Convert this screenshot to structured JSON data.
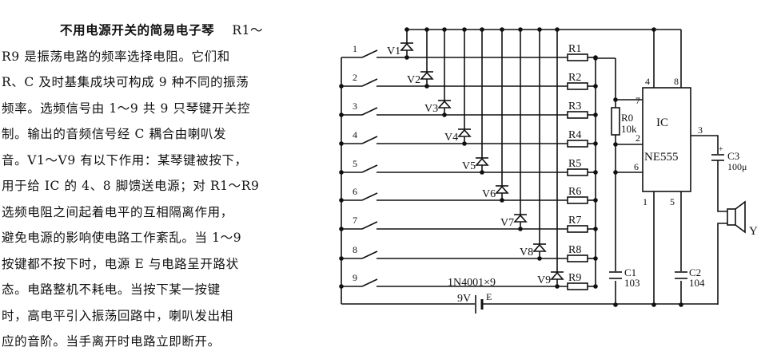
{
  "article": {
    "title": "不用电源开关的简易电子琴",
    "lines": [
      "R1～",
      "R9 是振荡电路的频率选择电阻。它们和",
      "R、C 及时基集成块可构成 9 种不同的振荡",
      "频率。选频信号由 1～9 共 9 只琴键开关控",
      "制。输出的音频信号经 C 耦合由喇叭发",
      "音。V1～V9 有以下作用：某琴键被按下，",
      "用于给 IC 的 4、8 脚馈送电源；对 R1～R9",
      "选频电阻之间起着电平的互相隔离作用，",
      "避免电源的影响使电路工作紊乱。当 1～9",
      "按键都不按下时，电源 E 与电路呈开路状",
      "态。电路整机不耗电。当按下某一按键",
      "时，高电平引入振荡回路中，喇叭发出相",
      "应的音阶。当手离开时电路立即断开。"
    ]
  },
  "circuit": {
    "keys": [
      "1",
      "2",
      "3",
      "4",
      "5",
      "6",
      "7",
      "8",
      "9"
    ],
    "diodes": [
      "V1",
      "V2",
      "V3",
      "V4",
      "V5",
      "V6",
      "V7",
      "V8",
      "V9"
    ],
    "resistors": [
      "R1",
      "R2",
      "R3",
      "R4",
      "R5",
      "R6",
      "R7",
      "R8",
      "R9"
    ],
    "diode_note": "1N4001×9",
    "battery": {
      "voltage": "9V",
      "name": "E"
    },
    "r0": {
      "name": "R0",
      "value": "10k"
    },
    "ic": {
      "name": "IC",
      "part": "NE555",
      "pins": {
        "p4": "4",
        "p8": "8",
        "p7": "7",
        "p2": "2",
        "p6": "6",
        "p3": "3",
        "p1": "1",
        "p5": "5"
      }
    },
    "c1": {
      "name": "C1",
      "value": "103"
    },
    "c2": {
      "name": "C2",
      "value": "104"
    },
    "c3": {
      "name": "C3",
      "value": "100μ",
      "polarity": "+"
    },
    "speaker": "Y"
  }
}
